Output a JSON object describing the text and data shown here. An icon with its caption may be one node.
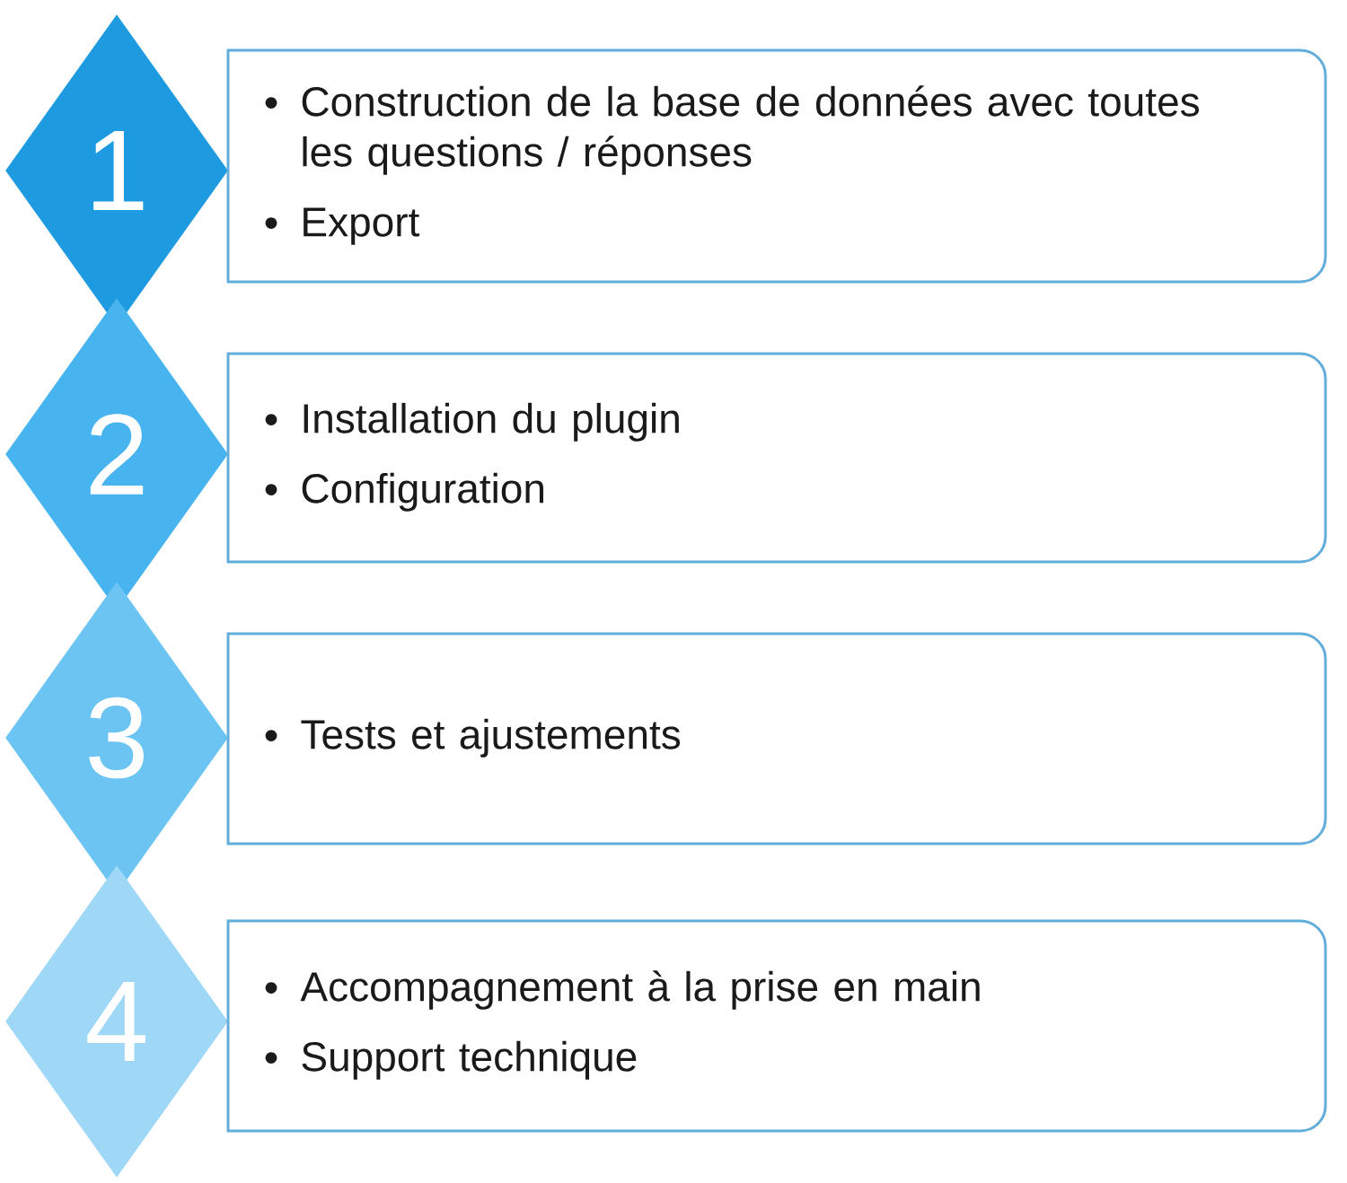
{
  "diagram": {
    "nodes": [
      {
        "text": [
          "1"
        ]
      },
      {
        "text": [
          "Construction de la base de données avec toutes les questions / réponses",
          "Export"
        ]
      },
      {
        "text": [
          "2"
        ]
      },
      {
        "text": [
          "Installation du plugin",
          "Configuration"
        ]
      },
      {
        "text": [
          "3"
        ]
      },
      {
        "text": [
          "Tests et ajustements"
        ]
      },
      {
        "text": [
          "4"
        ]
      },
      {
        "text": [
          "Accompagnement à la prise en main",
          "Support technique"
        ]
      }
    ]
  }
}
